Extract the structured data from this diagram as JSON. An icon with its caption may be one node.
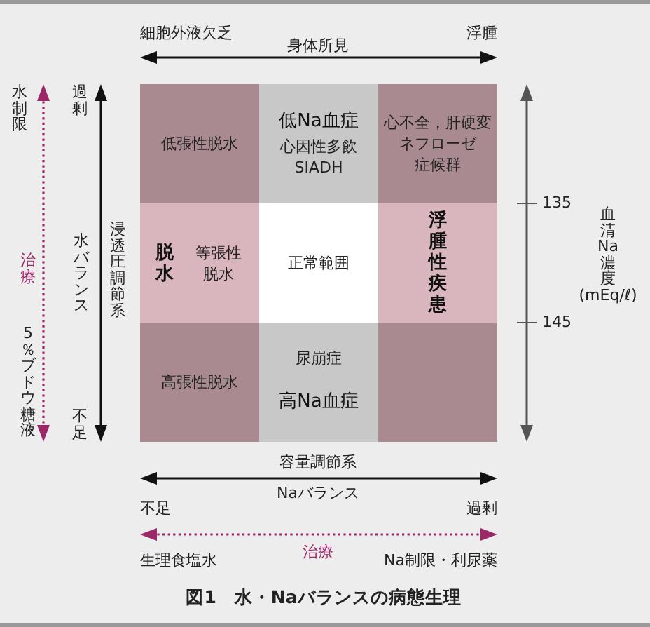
{
  "diagram": {
    "caption": "図1　水・Naバランスの病態生理",
    "nodes": [
      {
        "text": [
          "低張性脱水"
        ]
      },
      {
        "text": [
          "低Na血症",
          "心因性多飲",
          "SIADH"
        ]
      },
      {
        "text": [
          "心不全，肝硬変",
          "ネフローゼ症候群"
        ]
      },
      {
        "text": [
          "脱水",
          "等張性脱水"
        ]
      },
      {
        "text": [
          "正常範囲"
        ]
      },
      {
        "text": [
          "浮腫性疾患"
        ]
      },
      {
        "text": [
          "高張性脱水"
        ]
      },
      {
        "text": [
          "尿崩症",
          "高Na血症"
        ]
      },
      {
        "text": [],
        "shape": "box"
      }
    ],
    "labels": [
      "細胞外液欠乏",
      "身体所見",
      "浮腫",
      "水制限",
      "過剰",
      "治療",
      "水バランス",
      "浸透圧調節系",
      "5％ブドウ糖液",
      "不足",
      "135",
      "血清Na濃度(mEq/ℓ)",
      "145",
      "容量調節系",
      "Naバランス",
      "不足",
      "過剰",
      "治療",
      "生理食塩水",
      "Na制限・利尿薬"
    ]
  }
}
